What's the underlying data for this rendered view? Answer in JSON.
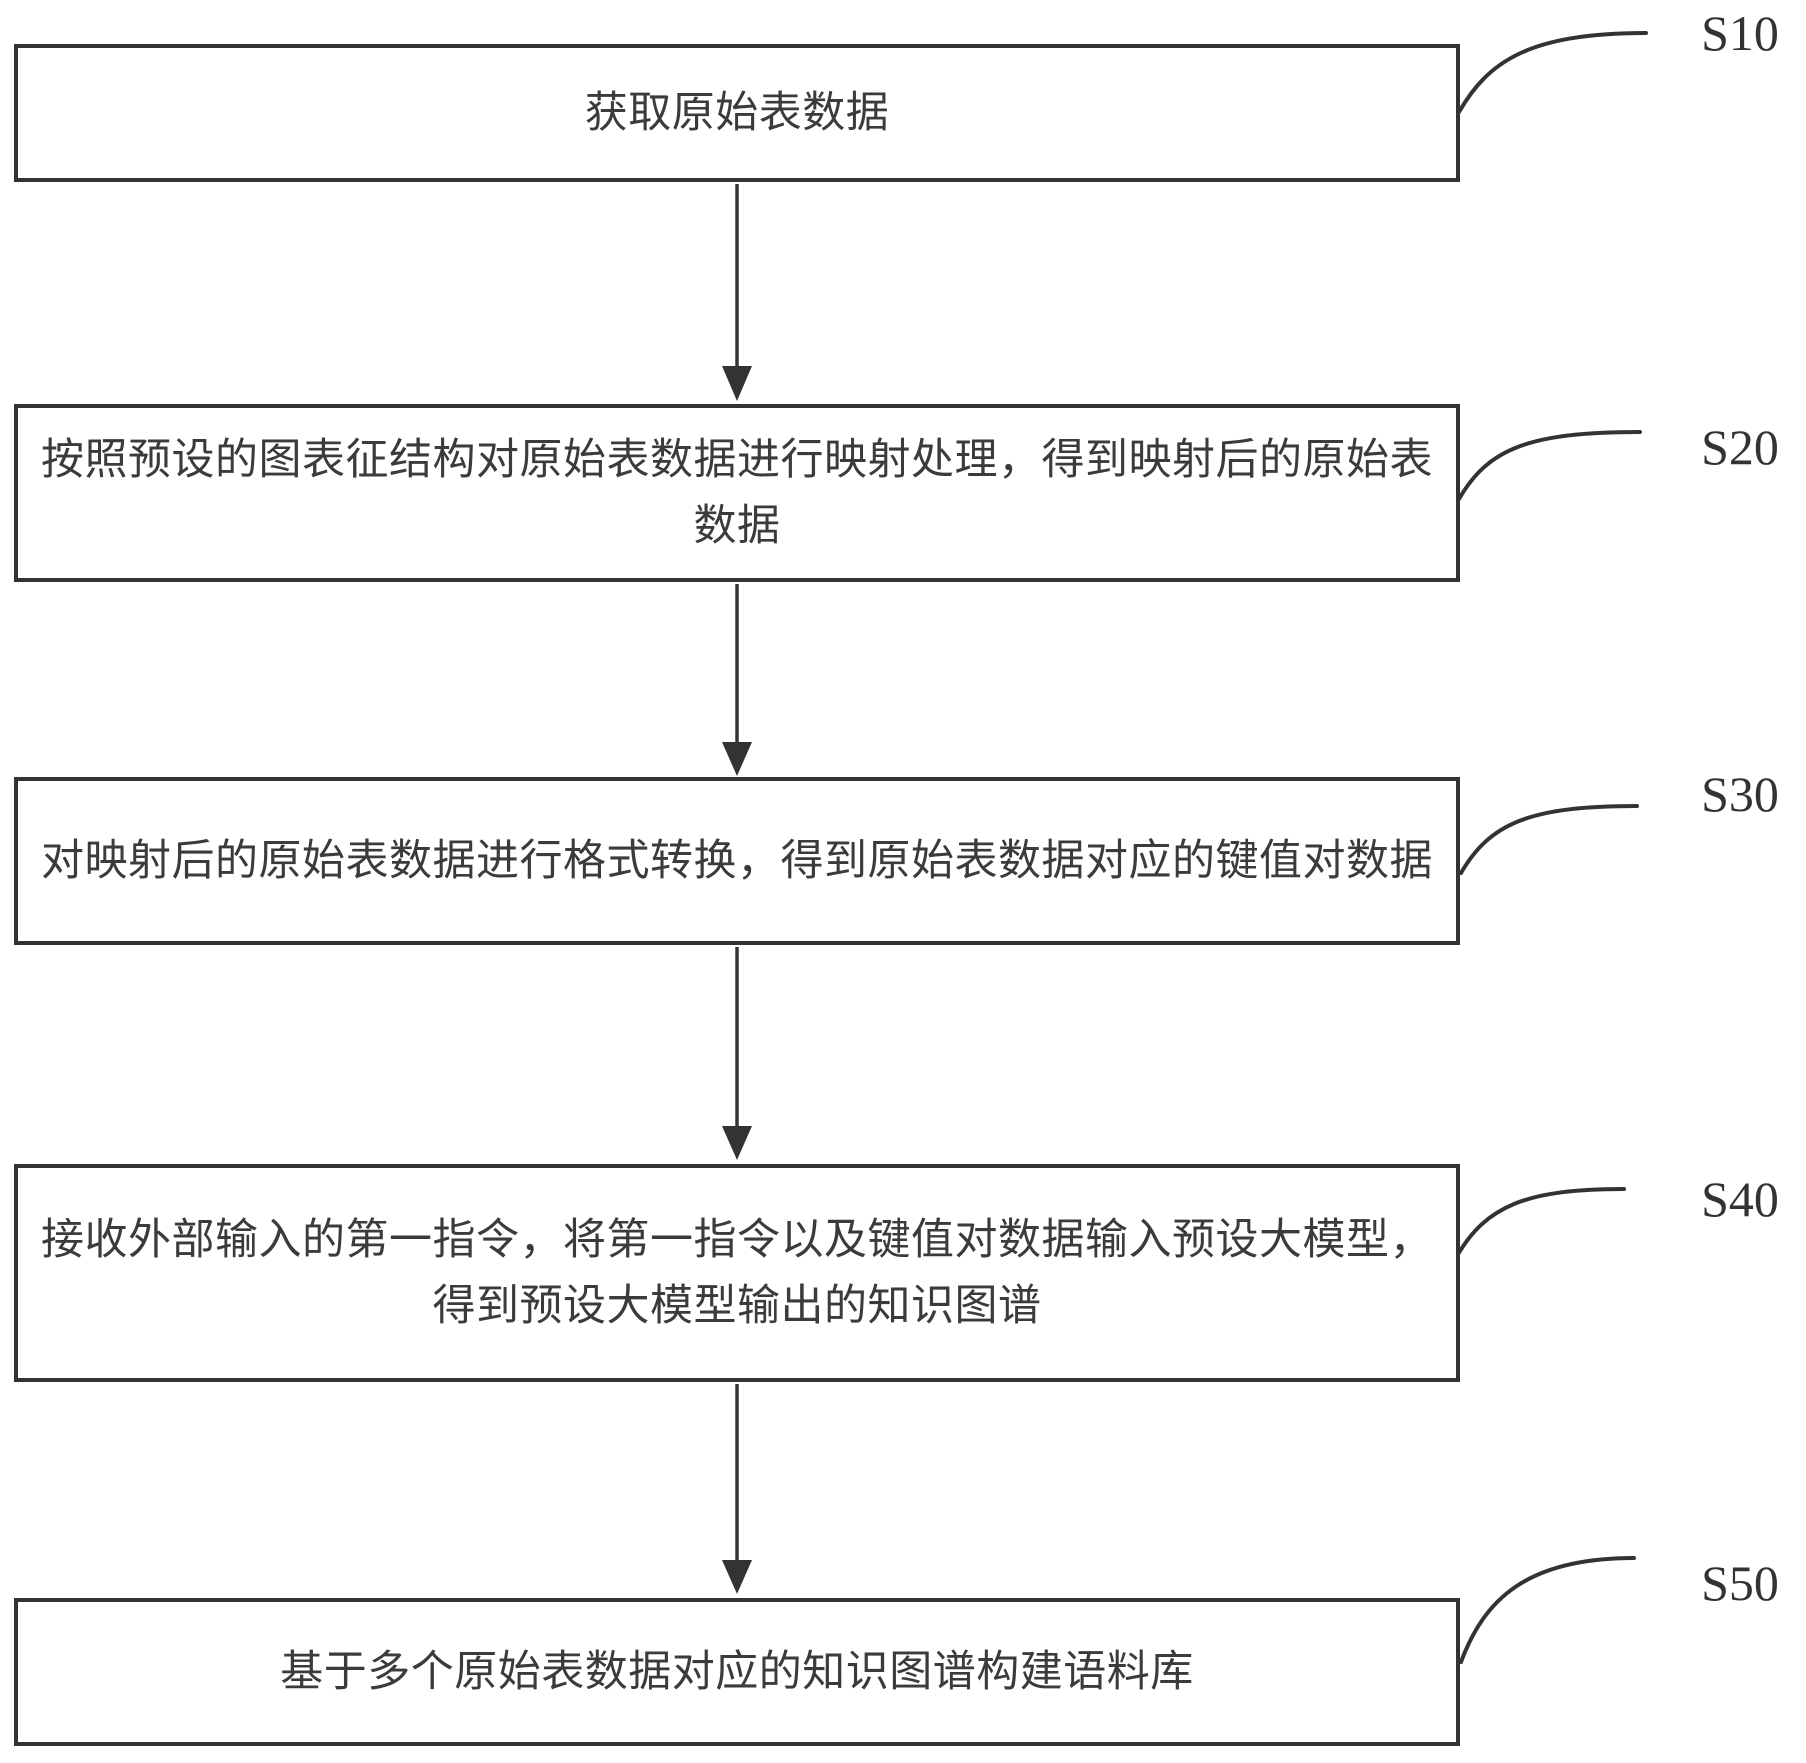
{
  "figure": {
    "colors": {
      "line": "#333333",
      "text": "#3b3b3b",
      "background": "#ffffff"
    },
    "steps": [
      {
        "step_label": "S10",
        "box_lines": [
          "获取原始表数据"
        ]
      },
      {
        "step_label": "S20",
        "box_lines": [
          "按照预设的图表征结构对原始表数据进行映射处理，得到映射后的原始表",
          "数据"
        ]
      },
      {
        "step_label": "S30",
        "box_lines": [
          "对映射后的原始表数据进行格式转换，得到原始表数据对应的键值对数据"
        ]
      },
      {
        "step_label": "S40",
        "box_lines": [
          "接收外部输入的第一指令，将第一指令以及键值对数据输入预设大模型，",
          "得到预设大模型输出的知识图谱"
        ]
      },
      {
        "step_label": "S50",
        "box_lines": [
          "基于多个原始表数据对应的知识图谱构建语料库"
        ]
      }
    ]
  }
}
